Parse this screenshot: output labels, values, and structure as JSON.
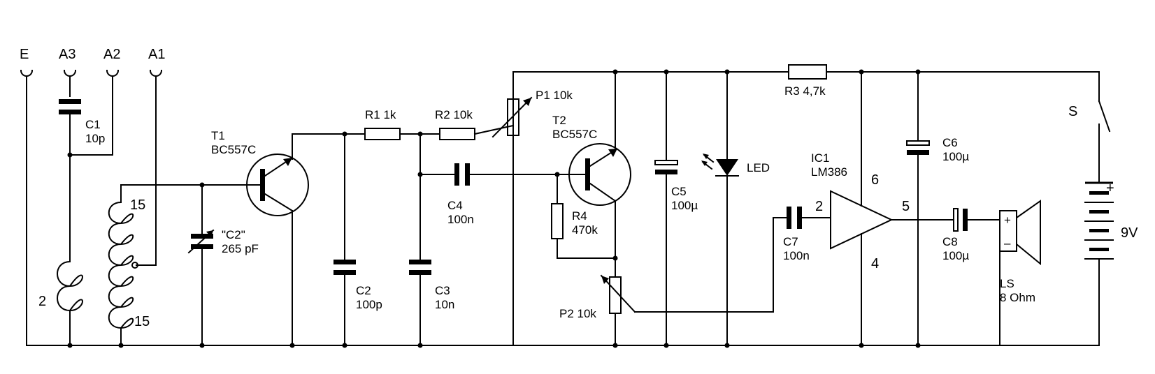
{
  "terminals": {
    "E": "E",
    "A3": "A3",
    "A2": "A2",
    "A1": "A1"
  },
  "components": {
    "C1": {
      "name": "C1",
      "value": "10p"
    },
    "C2var": {
      "name": "\"C2\"",
      "value": "265 pF"
    },
    "T1": {
      "name": "T1",
      "type": "BC557C"
    },
    "R1": {
      "label": "R1 1k"
    },
    "R2": {
      "label": "R2 10k"
    },
    "P1": {
      "label": "P1 10k"
    },
    "T2": {
      "name": "T2",
      "type": "BC557C"
    },
    "C2": {
      "name": "C2",
      "value": "100p"
    },
    "C3": {
      "name": "C3",
      "value": "10n"
    },
    "C4": {
      "name": "C4",
      "value": "100n"
    },
    "R4": {
      "name": "R4",
      "value": "470k"
    },
    "P2": {
      "label": "P2 10k"
    },
    "C5": {
      "name": "C5",
      "value": "100µ"
    },
    "LED": {
      "label": "LED"
    },
    "R3": {
      "label": "R3 4,7k"
    },
    "IC1": {
      "name": "IC1",
      "type": "LM386",
      "pins": {
        "in": "2",
        "vs": "6",
        "gnd": "4",
        "out": "5"
      }
    },
    "C6": {
      "name": "C6",
      "value": "100µ"
    },
    "C7": {
      "name": "C7",
      "value": "100n"
    },
    "C8": {
      "name": "C8",
      "value": "100µ"
    },
    "LS": {
      "name": "LS",
      "value": "8 Ohm",
      "plus": "+",
      "minus": "–"
    },
    "S": {
      "label": "S"
    },
    "battery": {
      "plus": "+",
      "voltage": "9V"
    }
  },
  "coil": {
    "small_turns": "2",
    "top_turns": "15",
    "bottom_turns": "15"
  }
}
